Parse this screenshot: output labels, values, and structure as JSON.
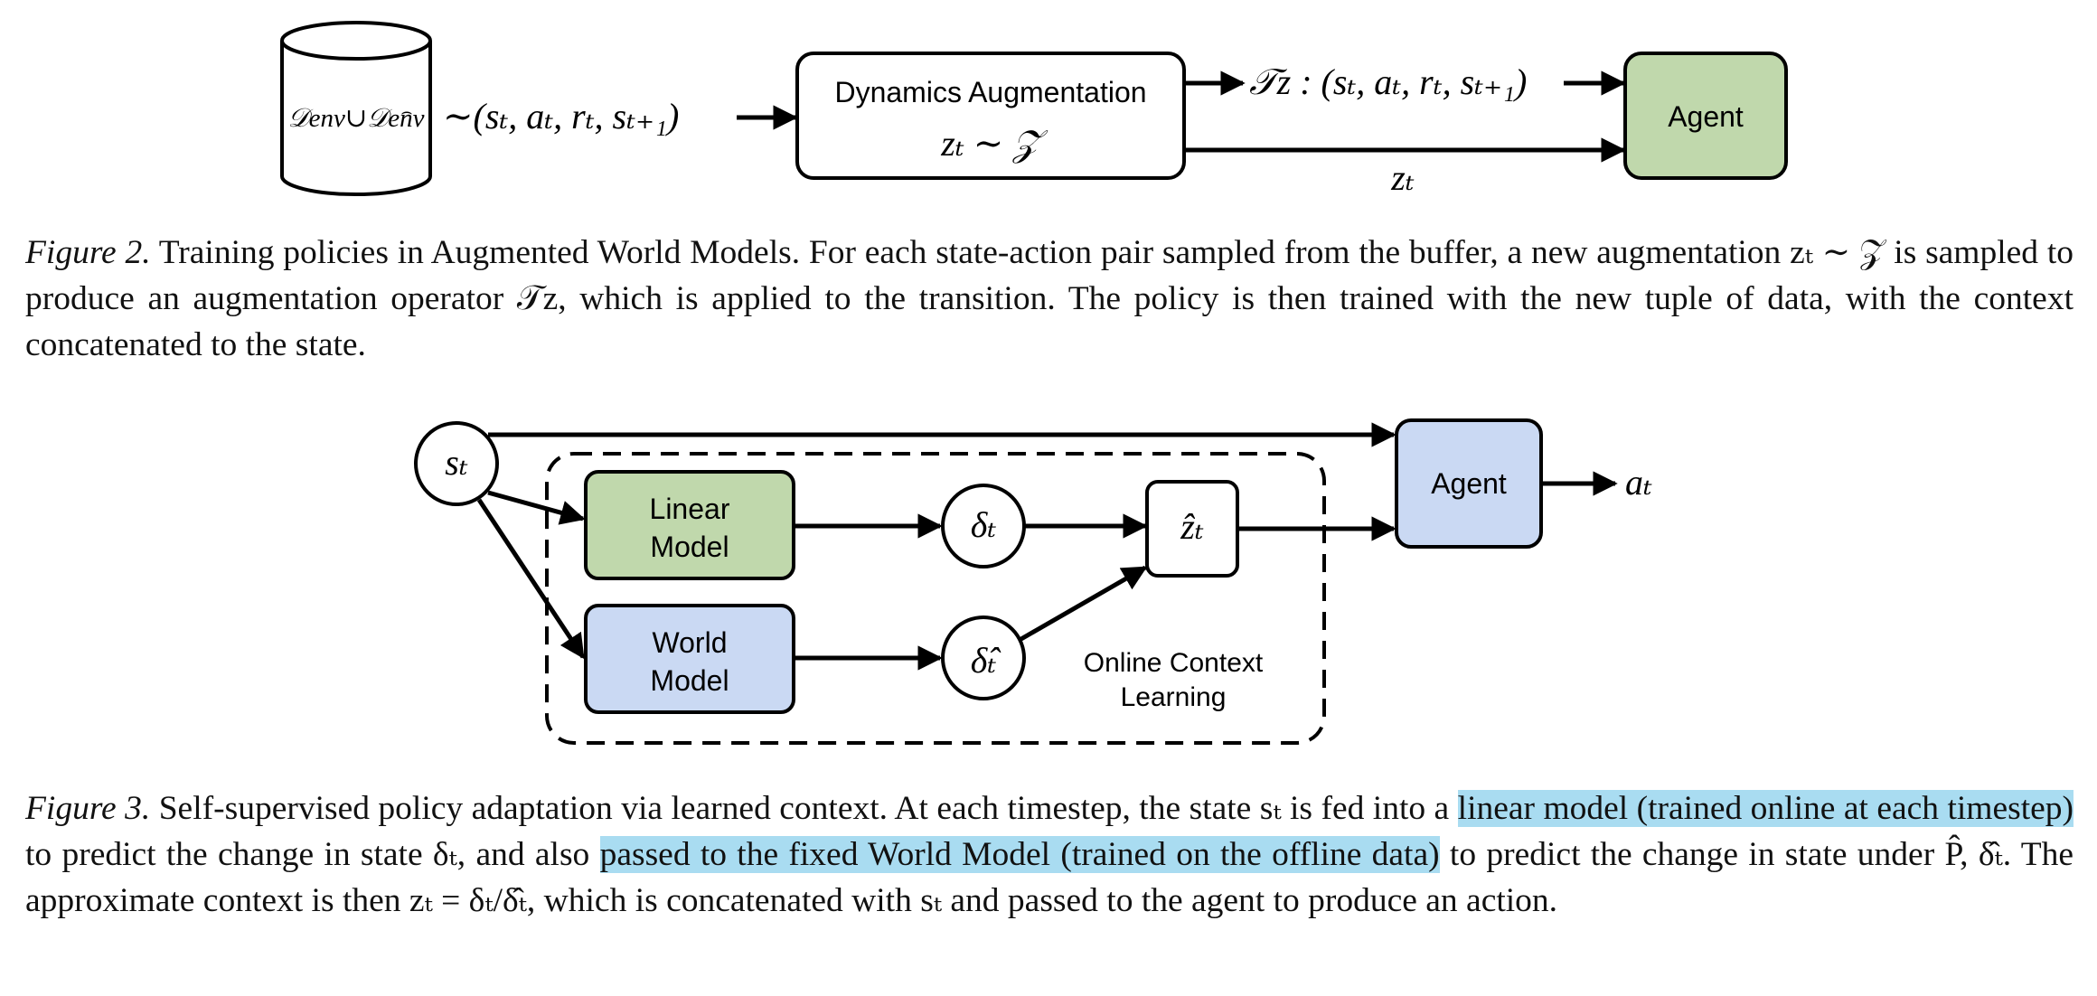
{
  "figure2": {
    "buffer_label": "𝒟env∪𝒟env",
    "sample_text": "∼(sₜ, aₜ, rₜ, sₜ₊₁)",
    "aug_title": "Dynamics Augmentation",
    "aug_expr": "zₜ ∼ 𝒵",
    "transform_text": "𝒯z : (sₜ, aₜ, rₜ, sₜ₊₁)",
    "agent_label": "Agent",
    "context_label": "zₜ",
    "caption_label": "Figure 2.",
    "caption_text": "Training policies in Augmented World Models. For each state-action pair sampled from the buffer, a new augmentation zₜ ∼ 𝒵 is sampled to produce an augmentation operator 𝒯z, which is applied to the transition. The policy is then trained with the new tuple of data, with the context concatenated to the state."
  },
  "figure3": {
    "state_label": "sₜ",
    "linear_model_line1": "Linear",
    "linear_model_line2": "Model",
    "world_model_line1": "World",
    "world_model_line2": "Model",
    "delta_label": "δₜ",
    "delta_hat_label": "δ̂ₜ",
    "z_hat_label": "ẑₜ",
    "agent_label": "Agent",
    "action_label": "aₜ",
    "context_line1": "Online Context",
    "context_line2": "Learning",
    "caption_label": "Figure 3.",
    "caption_text_1": "Self-supervised policy adaptation via learned context. At each timestep, the state sₜ is fed into a",
    "caption_highlight_1": "linear model (trained online at each timestep)",
    "caption_text_2": "to predict the change in state δₜ, and also",
    "caption_highlight_2": "passed to the fixed World Model (trained on the offline data)",
    "caption_text_3": "to predict the change in state under P̂, δ̂ₜ. The approximate context is then zₜ = δₜ/δ̂ₜ, which is concatenated with sₜ and passed to the agent to produce an action."
  },
  "colors": {
    "green_box": "#c0d8ac",
    "blue_box": "#cad9f3",
    "highlight": "#a9dcf1",
    "stroke": "#000000"
  }
}
